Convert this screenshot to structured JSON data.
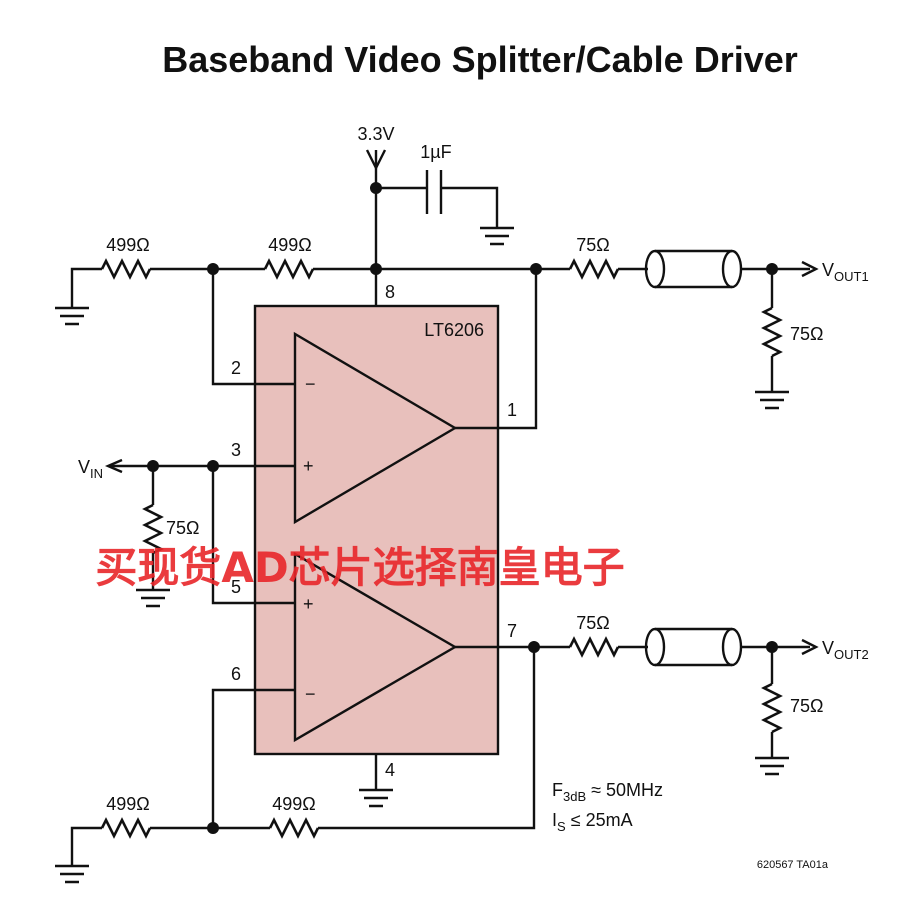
{
  "title": "Baseband Video Splitter/Cable Driver",
  "supply": "3.3V",
  "capacitor": "1µF",
  "chip": "LT6206",
  "input_label": {
    "main": "V",
    "sub": "IN"
  },
  "output1_label": {
    "main": "V",
    "sub": "OUT1"
  },
  "output2_label": {
    "main": "V",
    "sub": "OUT2"
  },
  "resistors": {
    "r499_top_left": "499Ω",
    "r499_top_right": "499Ω",
    "r75_series_out1": "75Ω",
    "r75_load_out1": "75Ω",
    "r75_input_term": "75Ω",
    "r75_series_out2": "75Ω",
    "r75_load_out2": "75Ω",
    "r499_bottom_left": "499Ω",
    "r499_bottom_right": "499Ω"
  },
  "pins": {
    "p8": "8",
    "p2": "2",
    "p1": "1",
    "p3": "3",
    "p5": "5",
    "p7": "7",
    "p6": "6",
    "p4": "4"
  },
  "opamp_signs": {
    "minus1": "−",
    "plus1": "+",
    "plus2": "+",
    "minus2": "−"
  },
  "specs": {
    "f3db_main": "F",
    "f3db_sub": "3dB",
    "f3db_rest": " ≈ 50MHz",
    "is_main": "I",
    "is_sub": "S",
    "is_rest": " ≤ 25mA"
  },
  "figure_code": "620567 TA01a",
  "watermark": "买现货AD芯片选择南皇电子",
  "colors": {
    "chip_fill": "#e8c0bc",
    "watermark": "#e8262a",
    "ink": "#111111"
  }
}
